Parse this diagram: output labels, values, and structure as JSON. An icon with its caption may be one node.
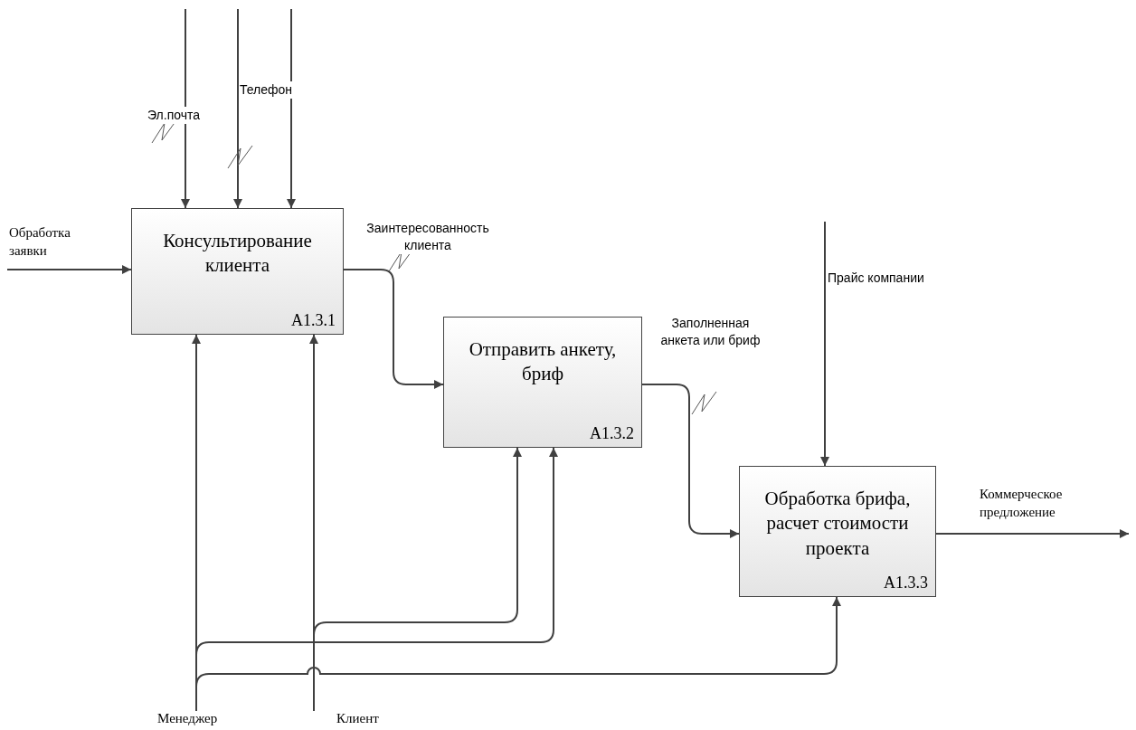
{
  "diagram": {
    "nodes": [
      {
        "text": [
          "Консультирование клиента",
          "A1.3.1"
        ]
      },
      {
        "text": [
          "Отправить анкету, бриф",
          "A1.3.2"
        ]
      },
      {
        "text": [
          "Обработка брифа, расчет стоимости проекта",
          "A1.3.3"
        ]
      },
      {
        "text": [
          "Менеджер"
        ]
      },
      {
        "text": [
          "Клиент"
        ]
      }
    ],
    "edges": [
      {
        "from": null,
        "to": 0,
        "arrow": "to",
        "label": "Обработка заявки"
      },
      {
        "from": null,
        "to": 0,
        "arrow": "to",
        "label": "Эл.почта"
      },
      {
        "from": null,
        "to": 0,
        "arrow": "to",
        "label": "Телефон"
      },
      {
        "from": null,
        "to": 0,
        "arrow": "to"
      },
      {
        "from": 0,
        "to": 1,
        "arrow": "to",
        "label": "Заинтересованность клиента"
      },
      {
        "from": 1,
        "to": 2,
        "arrow": "to",
        "label": "Заполненная анкета или бриф"
      },
      {
        "from": null,
        "to": 2,
        "arrow": "to",
        "label": "Прайс компании"
      },
      {
        "from": 2,
        "to": null,
        "arrow": "to",
        "label": "Коммерческое предложение"
      },
      {
        "from": 3,
        "to": 0,
        "arrow": "to"
      },
      {
        "from": 3,
        "to": 1,
        "arrow": "to"
      },
      {
        "from": 3,
        "to": 2,
        "arrow": "to"
      },
      {
        "from": 4,
        "to": 0,
        "arrow": "to"
      },
      {
        "from": 4,
        "to": 1,
        "arrow": "to"
      }
    ]
  }
}
